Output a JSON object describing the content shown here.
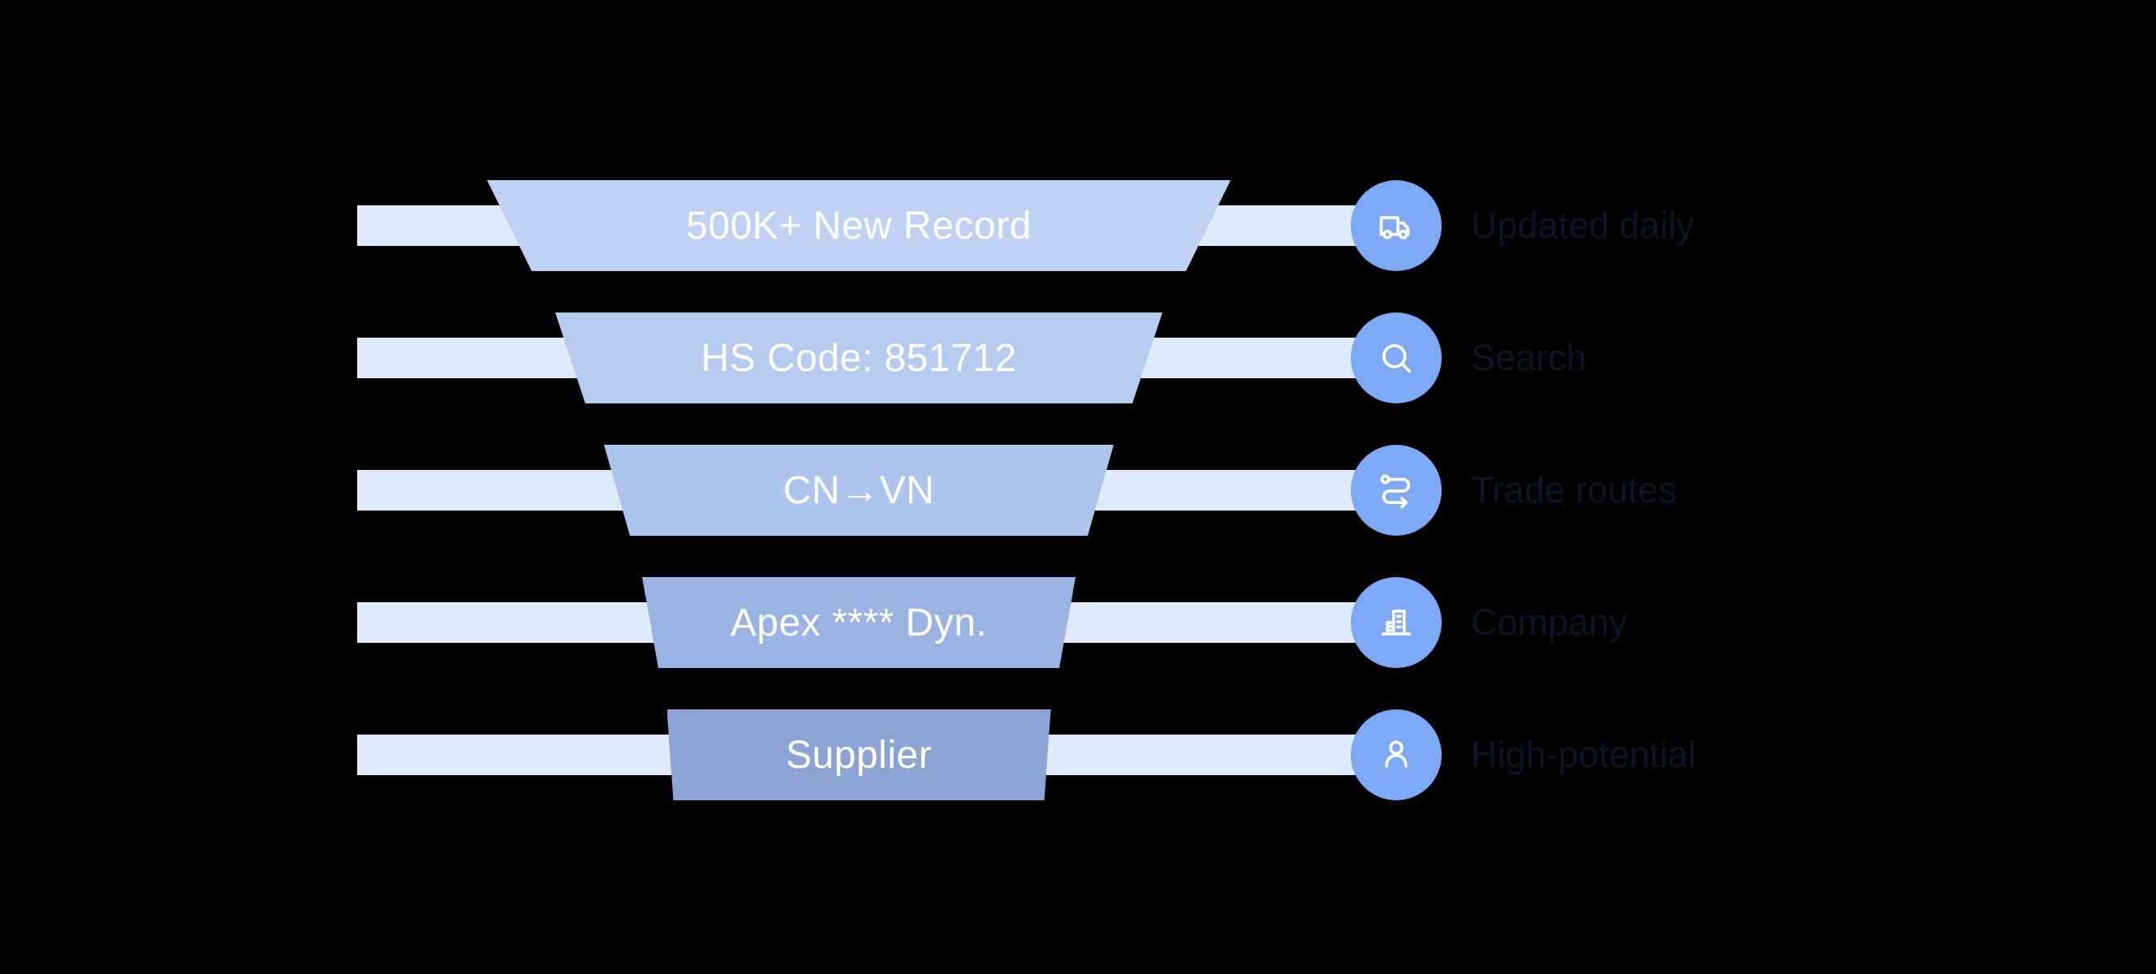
{
  "diagram": {
    "title": "supplier-discovery-funnel",
    "background_color": "#000000",
    "bar_color": "#dfeafa",
    "circle_color": "#7da9f7",
    "stage_text_color": "#ffffff",
    "label_color": "#0d1428",
    "rows": [
      {
        "stage_text": "500K+ New Record",
        "label": "Updated daily",
        "icon": "truck-icon",
        "stage_color": "#c0d2f4",
        "top_width": 916,
        "bottom_width": 806
      },
      {
        "stage_text": "HS Code: 851712",
        "label": "Search",
        "icon": "search-icon",
        "stage_color": "#b6cbf0",
        "top_width": 748,
        "bottom_width": 674
      },
      {
        "stage_text": "CN→VN",
        "label": "Trade routes",
        "icon": "route-icon",
        "stage_color": "#adc4ec",
        "top_width": 628,
        "bottom_width": 564
      },
      {
        "stage_text": "Apex **** Dyn.",
        "label": "Company",
        "icon": "building-icon",
        "stage_color": "#9ab3e3",
        "top_width": 534,
        "bottom_width": 494
      },
      {
        "stage_text": "Supplier",
        "label": "High-potential",
        "icon": "user-icon",
        "stage_color": "#8ba4d4",
        "top_width": 473,
        "bottom_width": 457
      }
    ]
  }
}
